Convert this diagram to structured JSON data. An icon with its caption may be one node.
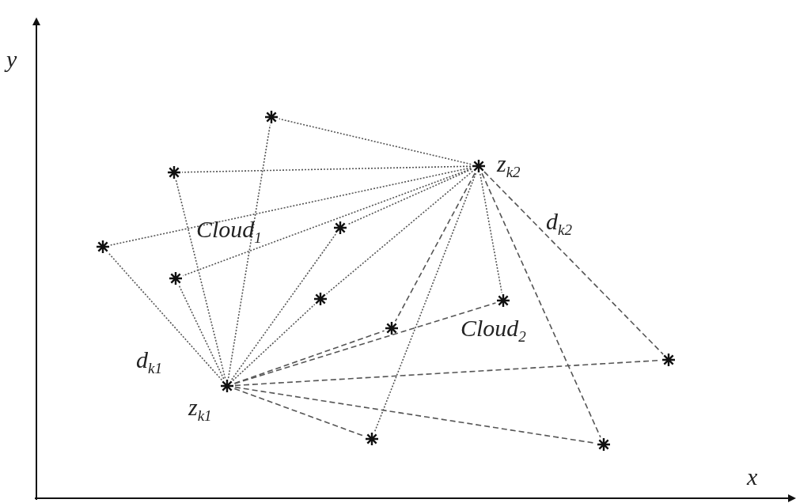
{
  "diagram": {
    "nodes": [
      {
        "text": [],
        "shape": "asterisk"
      },
      {
        "text": [],
        "shape": "asterisk",
        "beside": [
          "z$_{k2}$"
        ]
      },
      {
        "text": [],
        "shape": "asterisk"
      },
      {
        "text": [],
        "shape": "asterisk"
      },
      {
        "text": [],
        "shape": "asterisk"
      },
      {
        "text": [],
        "shape": "asterisk"
      },
      {
        "text": [],
        "shape": "asterisk"
      },
      {
        "text": [],
        "shape": "asterisk"
      },
      {
        "text": [],
        "shape": "asterisk"
      },
      {
        "text": [],
        "shape": "asterisk"
      },
      {
        "text": [],
        "shape": "asterisk",
        "beside": [
          "z$_{k1}$"
        ]
      },
      {
        "text": [],
        "shape": "asterisk"
      },
      {
        "text": [],
        "shape": "asterisk"
      }
    ],
    "edges": [
      {
        "from": 1,
        "to": 0,
        "arrow": "none"
      },
      {
        "from": 1,
        "to": 2,
        "arrow": "none"
      },
      {
        "from": 1,
        "to": 4,
        "arrow": "none"
      },
      {
        "from": 1,
        "to": 5,
        "arrow": "none"
      },
      {
        "from": 1,
        "to": 3,
        "arrow": "none"
      },
      {
        "from": 1,
        "to": 6,
        "arrow": "none"
      },
      {
        "from": 1,
        "to": 11,
        "arrow": "none"
      },
      {
        "from": 1,
        "to": 7,
        "arrow": "none"
      },
      {
        "from": 1,
        "to": 8,
        "arrow": "none",
        "style": "dashed"
      },
      {
        "from": 1,
        "to": 9,
        "arrow": "none",
        "style": "dashed"
      },
      {
        "from": 1,
        "to": 12,
        "arrow": "none",
        "style": "dashed"
      },
      {
        "from": 10,
        "to": 0,
        "arrow": "none"
      },
      {
        "from": 10,
        "to": 2,
        "arrow": "none"
      },
      {
        "from": 10,
        "to": 4,
        "arrow": "none"
      },
      {
        "from": 10,
        "to": 5,
        "arrow": "none"
      },
      {
        "from": 10,
        "to": 3,
        "arrow": "none"
      },
      {
        "from": 10,
        "to": 6,
        "arrow": "none"
      },
      {
        "from": 10,
        "to": 8,
        "arrow": "none",
        "style": "dashed"
      },
      {
        "from": 10,
        "to": 7,
        "arrow": "none",
        "style": "dashed"
      },
      {
        "from": 10,
        "to": 9,
        "arrow": "none",
        "style": "dashed"
      },
      {
        "from": 10,
        "to": 12,
        "arrow": "none",
        "style": "dashed"
      },
      {
        "from": 10,
        "to": 11,
        "arrow": "none",
        "style": "dashed"
      }
    ],
    "labels": [
      "y",
      "Cloud$_{1}$",
      "d$_{k2}$",
      "Cloud$_{2}$",
      "d$_{k1}$",
      "x"
    ]
  }
}
